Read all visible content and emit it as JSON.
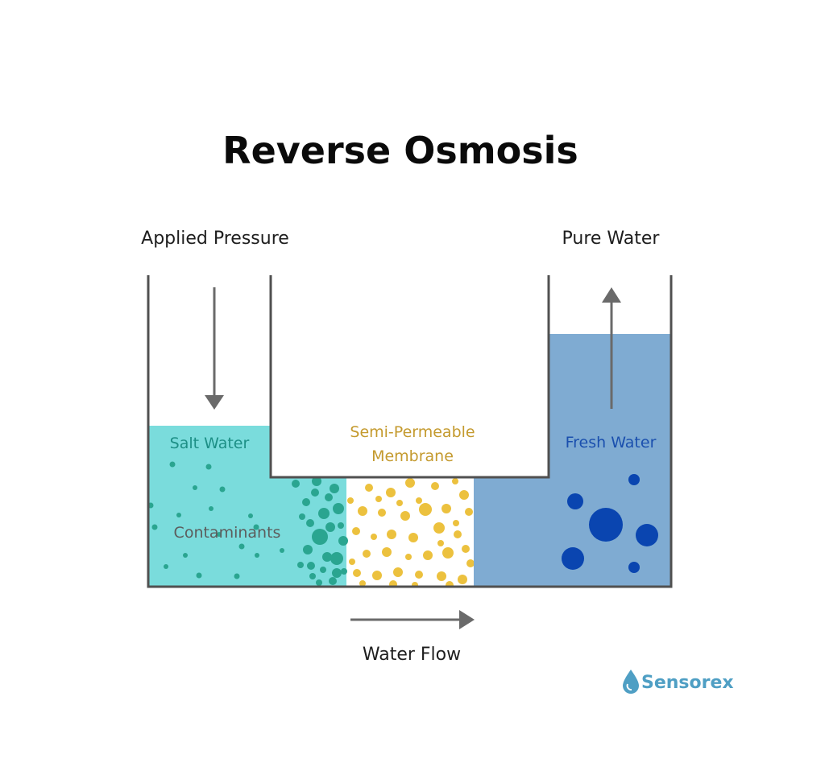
{
  "title": "Reverse Osmosis",
  "labels": {
    "applied_pressure": "Applied Pressure",
    "pure_water": "Pure Water",
    "salt_water": "Salt Water",
    "contaminants": "Contaminants",
    "membrane_line1": "Semi-Permeable",
    "membrane_line2": "Membrane",
    "fresh_water": "Fresh Water",
    "water_flow": "Water Flow"
  },
  "brand": {
    "name": "Sensorex"
  },
  "colors": {
    "salt_water": "#7adcdc",
    "contaminant_dots": "#2aa590",
    "fresh_water": "#7fabd2",
    "fresh_water_dots": "#0a45b0",
    "membrane_dots": "#ecc13e",
    "salt_water_label": "#1d8f86",
    "membrane_label": "#c49a2e",
    "fresh_water_label": "#1a4fae",
    "contaminants_label": "#5c5c5c",
    "container_outline": "#505050",
    "arrow": "#6a6a6a",
    "brand": "#4f9fc4"
  },
  "icons": {
    "logo": "water-drop-icon",
    "pressure_arrow": "arrow-down-icon",
    "pure_water_arrow": "arrow-up-icon",
    "flow_arrow": "arrow-right-icon"
  }
}
